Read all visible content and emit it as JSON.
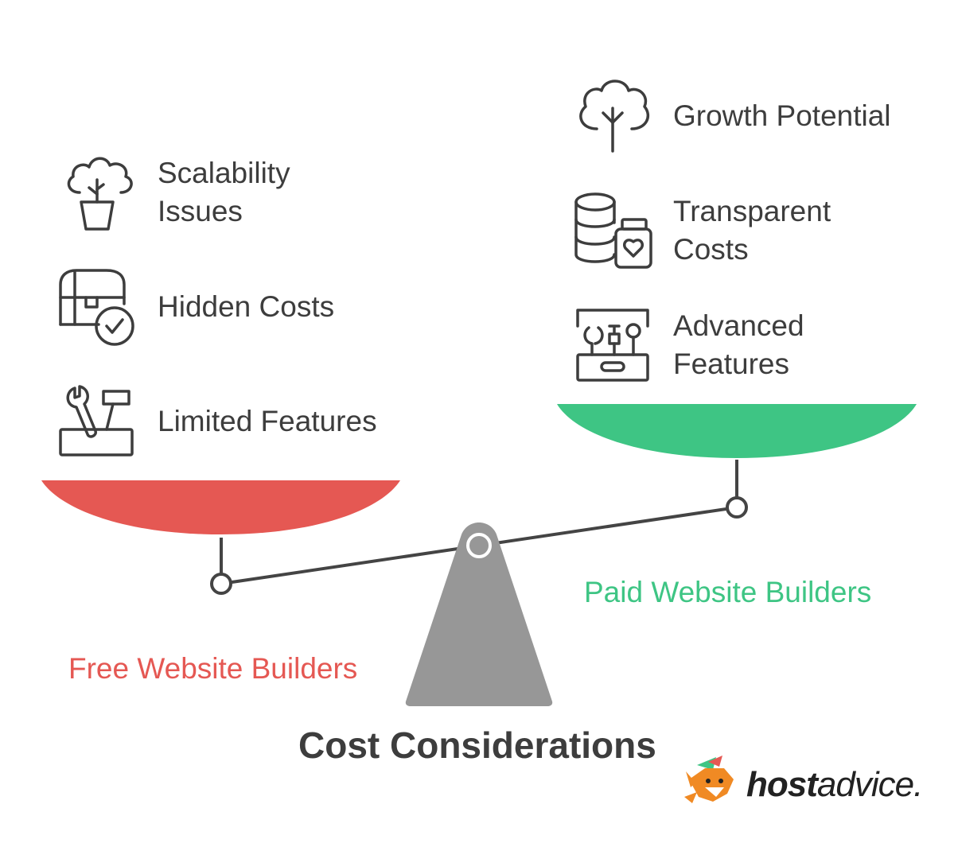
{
  "title": "Cost Considerations",
  "free_side": {
    "label": "Free Website Builders",
    "color": "#e55853",
    "items": [
      {
        "label_lines": [
          "Scalability",
          "Issues"
        ],
        "icon": "potted-plant-icon"
      },
      {
        "label_lines": [
          "Hidden Costs"
        ],
        "icon": "treasure-chest-check-icon"
      },
      {
        "label_lines": [
          "Limited Features"
        ],
        "icon": "toolbox-icon"
      }
    ]
  },
  "paid_side": {
    "label": "Paid Website Builders",
    "color": "#3ec584",
    "items": [
      {
        "label_lines": [
          "Growth Potential"
        ],
        "icon": "tree-icon"
      },
      {
        "label_lines": [
          "Transparent",
          "Costs"
        ],
        "icon": "coins-jar-icon"
      },
      {
        "label_lines": [
          "Advanced",
          "Features"
        ],
        "icon": "tool-kit-icon"
      }
    ]
  },
  "fulcrum_color": "#979797",
  "line_color": "#444444",
  "text_color": "#3d3d3d",
  "brand": {
    "bold": "host",
    "regular": "advice."
  }
}
